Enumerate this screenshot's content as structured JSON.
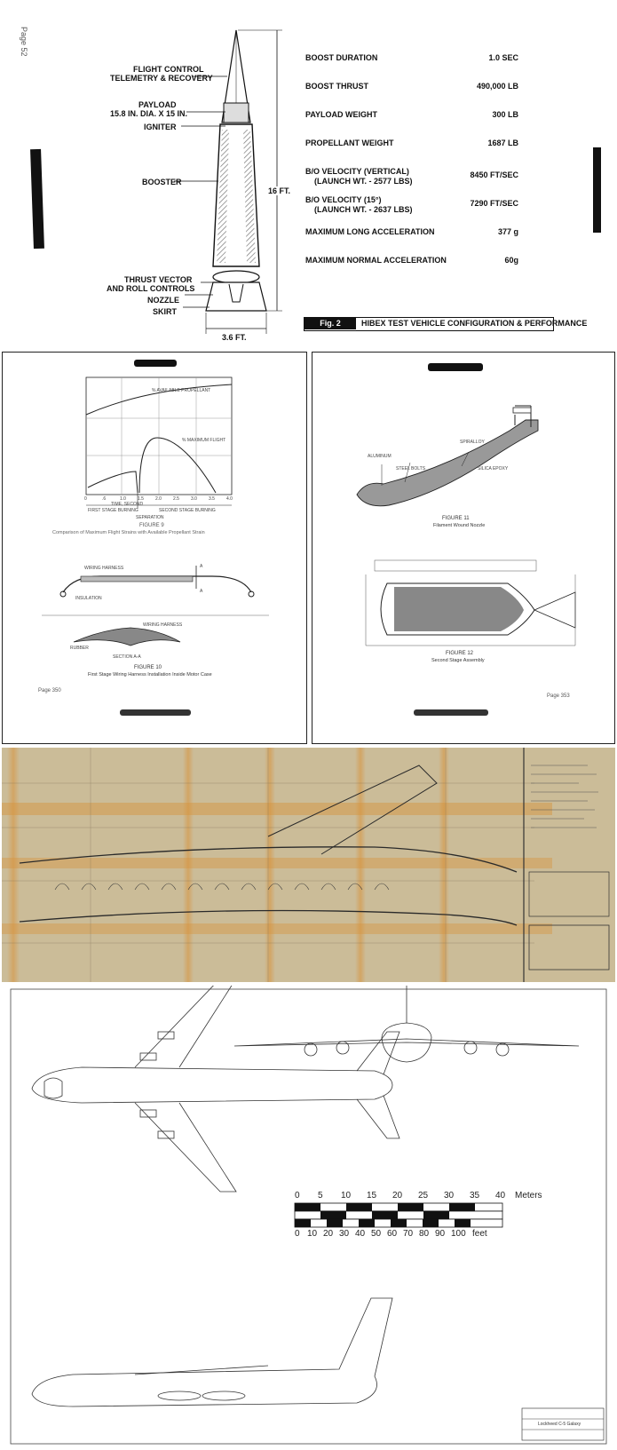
{
  "hibex": {
    "page_mark": "Page 52",
    "labels": {
      "flight_control": "FLIGHT CONTROL",
      "telemetry": "TELEMETRY & RECOVERY",
      "payload": "PAYLOAD",
      "payload_dims": "15.8 IN. DIA. X 15 IN.",
      "igniter": "IGNITER",
      "booster": "BOOSTER",
      "thrust_vector": "THRUST VECTOR",
      "roll_controls": "AND ROLL CONTROLS",
      "nozzle": "NOZZLE",
      "skirt": "SKIRT",
      "height": "16 FT.",
      "diameter": "3.6 FT."
    },
    "specs": [
      {
        "label": "BOOST DURATION",
        "label2": "",
        "value": "1.0 SEC"
      },
      {
        "label": "BOOST THRUST",
        "label2": "",
        "value": "490,000 LB"
      },
      {
        "label": "PAYLOAD WEIGHT",
        "label2": "",
        "value": "300 LB"
      },
      {
        "label": "PROPELLANT WEIGHT",
        "label2": "",
        "value": "1687 LB"
      },
      {
        "label": "B/O VELOCITY (VERTICAL)",
        "label2": "(LAUNCH WT. - 2577 LBS)",
        "value": "8450  FT/SEC"
      },
      {
        "label": "B/O VELOCITY (15°)",
        "label2": "(LAUNCH WT. - 2637 LBS)",
        "value": "7290  FT/SEC"
      },
      {
        "label": "MAXIMUM LONG ACCELERATION",
        "label2": "",
        "value": "377 g"
      },
      {
        "label": "MAXIMUM NORMAL ACCELERATION",
        "label2": "",
        "value": "60g"
      }
    ],
    "fig_label": "Fig. 2",
    "caption": "HIBEX TEST VEHICLE CONFIGURATION & PERFORMANCE"
  },
  "page_left": {
    "chart_labels": {
      "available": "% AVAILABLE PROPELLANT",
      "max_flight": "% MAXIMUM FLIGHT",
      "time_axis": "TIME, SECOND",
      "first_stage": "FIRST STAGE BURNING",
      "second_stage": "SECOND STAGE BURNING",
      "separation": "SEPARATION"
    },
    "tick_labels": [
      "0",
      ".6",
      "1.0",
      "1.5",
      "2.0",
      "2.5",
      "3.0",
      "3.5",
      "4.0"
    ],
    "figure9_num": "FIGURE 9",
    "figure9_title": "Comparison of Maximum Flight Strains with Available Propellant Strain",
    "harness_label": "WIRING HARNESS",
    "insulation_label": "INSULATION",
    "section_a": "A",
    "harness2_label": "WIRING HARNESS",
    "rubber_label": "RUBBER",
    "section_aa": "SECTION A-A",
    "figure10_num": "FIGURE 10",
    "figure10_title": "First Stage Wiring Harness Installation Inside Motor Case",
    "page_num": "Page 350"
  },
  "page_right": {
    "aluminum": "ALUMINUM",
    "steel_bolts": "STEEL BOLTS",
    "spiralloy": "SPIRALLOY",
    "silica_epoxy": "SILICA EPOXY",
    "figure11_num": "FIGURE 11",
    "figure11_title": "Filament Wound Nozzle",
    "figure12_num": "FIGURE 12",
    "figure12_title": "Second Stage Assembly",
    "page_num": "Page 353"
  },
  "c5": {
    "scale_meters": [
      "0",
      "5",
      "10",
      "15",
      "20",
      "25",
      "30",
      "35",
      "40",
      "Meters"
    ],
    "scale_feet": [
      "0",
      "10",
      "20",
      "30",
      "40",
      "50",
      "60",
      "70",
      "80",
      "90",
      "100",
      "feet"
    ],
    "title_block": "Lockheed C-5 Galaxy"
  },
  "colors": {
    "ink": "#111111",
    "blueprint_paper": "#c9b994",
    "rust_stain": "#d8923a",
    "hatch": "#888888"
  }
}
